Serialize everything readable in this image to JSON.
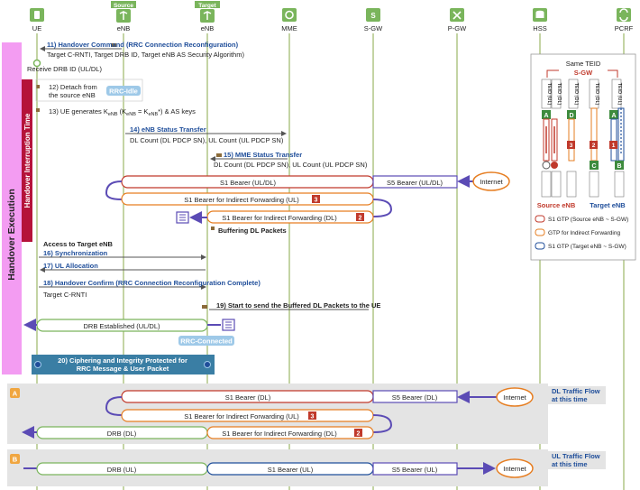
{
  "nodes": [
    {
      "label": "UE",
      "top": ""
    },
    {
      "label": "eNB",
      "top": "Source"
    },
    {
      "label": "eNB",
      "top": "Target"
    },
    {
      "label": "MME",
      "top": ""
    },
    {
      "label": "S-GW",
      "top": ""
    },
    {
      "label": "P-GW",
      "top": ""
    },
    {
      "label": "HSS",
      "top": ""
    },
    {
      "label": "PCRF",
      "top": ""
    }
  ],
  "phases": {
    "handover_execution": "Handover Execution",
    "interruption_time": "Handover Interruption Time"
  },
  "steps": {
    "s11": "11) Handover Command (RRC Connection Reconfiguration)",
    "s11_detail": "Target C-RNTI, Target DRB ID, Target eNB AS Security Algorithm)",
    "receive_drb": "Receive DRB ID (UL/DL)",
    "s12_a": "12) Detach from",
    "s12_b": "the source eNB",
    "rrc_idle": "RRC-Idle",
    "s13": "13) UE generates K",
    "s13_sub": "eNB",
    "s13_eq": " (K",
    "s13_eq_sub": "eNB",
    "s13_eq2": " = K",
    "s13_eq2_sub": "eNB",
    "s13_end": "*) & AS keys",
    "s14": "14) eNB Status Transfer",
    "s14_detail": "DL Count (DL PDCP SN), UL Count (UL PDCP SN)",
    "s15": "15) MME Status Transfer",
    "s15_detail": "DL Count (DL PDCP SN), UL Count (UL PDCP SN)",
    "s1_bearer_ul_dl": "S1 Bearer (UL/DL)",
    "s5_bearer_ul_dl": "S5 Bearer (UL/DL)",
    "internet": "Internet",
    "ind_fwd_ul": "S1 Bearer for Indirect Forwarding (UL)",
    "ind_fwd_dl": "S1 Bearer for Indirect Forwarding (DL)",
    "badge_3": "3",
    "badge_2": "2",
    "buffering": "Buffering DL Packets",
    "access_target": "Access to Target eNB",
    "s16": "16) Synchronization",
    "s17": "17) UL Allocation",
    "s18": "18) Handover Confirm (RRC Connection Reconfiguration Complete)",
    "s18_detail": "Target C-RNTI",
    "s19": "19) Start to send the Buffered DL Packets to the UE",
    "drb_established": "DRB Established (UL/DL)",
    "rrc_connected": "RRC-Connected",
    "s20_a": "20) Ciphering and Integrity Protected for",
    "s20_b": "RRC Message & User Packet"
  },
  "flow_a": {
    "tag": "A",
    "title_a": "DL Traffic Flow",
    "title_b": "at this time",
    "s1_dl": "S1 Bearer (DL)",
    "s5_dl": "S5 Bearer (DL)",
    "internet": "Internet",
    "ind_ul": "S1 Bearer for Indirect Forwarding (UL)",
    "drb_dl": "DRB (DL)",
    "ind_dl": "S1 Bearer for Indirect Forwarding (DL)"
  },
  "flow_b": {
    "tag": "B",
    "title_a": "UL Traffic Flow",
    "title_b": "at this time",
    "drb_ul": "DRB (UL)",
    "s1_ul": "S1 Bearer (UL)",
    "s5_ul": "S5 Bearer (UL)",
    "internet": "Internet"
  },
  "teid_panel": {
    "same_teid": "Same TEID",
    "sgw": "S-GW",
    "teid_ul_src": "TEID (UL)",
    "teid_dl_a": "TEID (DL)",
    "teid_dl_d": "TEID (DL)",
    "teid_dl_c": "TEID (DL)",
    "teid_ul_tgt": "TEID (UL)",
    "letter_a1": "A",
    "letter_d": "D",
    "letter_a2": "A",
    "letter_c": "C",
    "letter_b": "B",
    "n3": "3",
    "n2": "2",
    "n1": "1",
    "src_enb": "Source eNB",
    "tgt_enb": "Target eNB",
    "legend1": "S1 GTP (Source eNB ~ S-GW)",
    "legend2": "GTP for Indirect Forwarding",
    "legend3": "S1 GTP (Target eNB ~ S-GW)"
  },
  "colors": {
    "phase_pink": "#f39cf2",
    "interruption_red": "#b5123a",
    "blue": "#1f4e9a",
    "red": "#c0392b",
    "orange": "#e67e22",
    "green": "#3d8b3d",
    "icon_green": "#7ab55c",
    "teal": "#3a7ea4"
  }
}
